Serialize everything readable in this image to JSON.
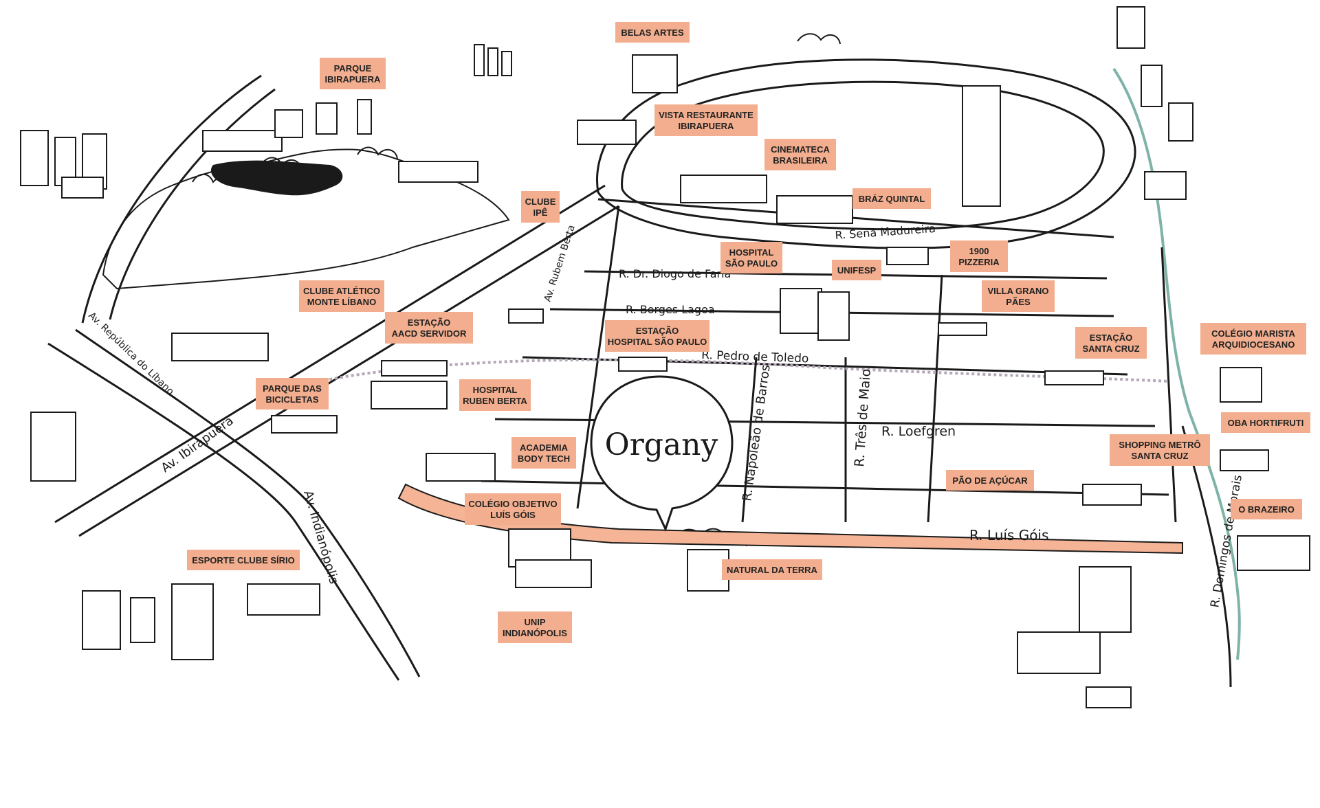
{
  "brand": "Organy",
  "colors": {
    "label_fill": "#f2ae8e",
    "highlight_road": "#f5b496",
    "ink": "#1a1a1a",
    "rail": "#b3a8b8",
    "stream": "#7fb3a8"
  },
  "landmarks": {
    "parque_ibirapuera": [
      "PARQUE",
      "IBIRAPUERA"
    ],
    "belas_artes": [
      "BELAS ARTES"
    ],
    "vista_restaurante": [
      "VISTA RESTAURANTE",
      "IBIRAPUERA"
    ],
    "cinemateca": [
      "CINEMATECA",
      "BRASILEIRA"
    ],
    "braz_quintal": [
      "BRÁZ QUINTAL"
    ],
    "clube_ipe": [
      "CLUBE",
      "IPÊ"
    ],
    "hospital_sao_paulo": [
      "HOSPITAL",
      "SÃO PAULO"
    ],
    "unifesp": [
      "UNIFESP"
    ],
    "pizzeria_1900": [
      "1900",
      "PIZZERIA"
    ],
    "clube_atletico": [
      "CLUBE ATLÉTICO",
      "MONTE LÍBANO"
    ],
    "villa_grano": [
      "VILLA GRANO",
      "PÃES"
    ],
    "estacao_aacd": [
      "ESTAÇÃO",
      "AACD SERVIDOR"
    ],
    "estacao_hospital": [
      "ESTAÇÃO",
      "HOSPITAL SÃO PAULO"
    ],
    "estacao_santa_cruz": [
      "ESTAÇÃO",
      "SANTA CRUZ"
    ],
    "colegio_marista": [
      "COLÉGIO MARISTA",
      "ARQUIDIOCESANO"
    ],
    "parque_bicicletas": [
      "PARQUE DAS",
      "BICICLETAS"
    ],
    "hospital_ruben_berta": [
      "HOSPITAL",
      "RUBEN BERTA"
    ],
    "oba_hortifruti": [
      "OBA HORTIFRUTI"
    ],
    "academia_body_tech": [
      "ACADEMIA",
      "BODY TECH"
    ],
    "shopping_metro": [
      "SHOPPING METRÔ",
      "SANTA CRUZ"
    ],
    "pao_de_acucar": [
      "PÃO DE AÇÚCAR"
    ],
    "colegio_objetivo": [
      "COLÉGIO OBJETIVO",
      "LUÍS GÓIS"
    ],
    "o_brazeiro": [
      "O BRAZEIRO"
    ],
    "esporte_clube_sirio": [
      "ESPORTE CLUBE SÍRIO"
    ],
    "natural_da_terra": [
      "NATURAL DA TERRA"
    ],
    "unip": [
      "UNIP",
      "INDIANÓPOLIS"
    ]
  },
  "streets": {
    "sena_madureira": "R. Sena Madureira",
    "diogo_de_faria": "R. Dr. Diogo de Faria",
    "borges_lagoa": "R. Borges Lagoa",
    "pedro_de_toledo": "R. Pedro de Toledo",
    "loefgren": "R. Loefgren",
    "luis_gois": "R. Luís Góis",
    "rubem_berta": "Av. Rubem Berta",
    "republica_do_libano": "Av. República do Líbano",
    "ibirapuera": "Av. Ibirapuera",
    "indianopolis": "Av. Indianópolis",
    "napoleao_de_barros": "R. Napoleão de Barros",
    "tres_de_maio": "R. Três de Maio",
    "domingos_de_morais": "R. Domingos de Morais"
  }
}
